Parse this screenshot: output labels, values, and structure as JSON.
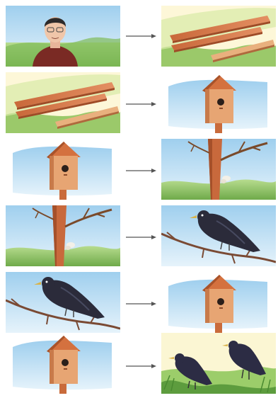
{
  "worksheet": {
    "rows": [
      {
        "left": "portrait",
        "right": "planks"
      },
      {
        "left": "planks",
        "right": "birdhouse"
      },
      {
        "left": "birdhouse",
        "right": "tree"
      },
      {
        "left": "tree",
        "right": "starling"
      },
      {
        "left": "starling",
        "right": "birdhouse"
      },
      {
        "left": "birdhouse",
        "right": "two-starlings"
      }
    ],
    "colors": {
      "sky": "#a9d4ef",
      "grass": "#8cc36a",
      "wood": "#d77a4a",
      "bird": "#2b2b3a",
      "arrow": "#555555"
    }
  }
}
